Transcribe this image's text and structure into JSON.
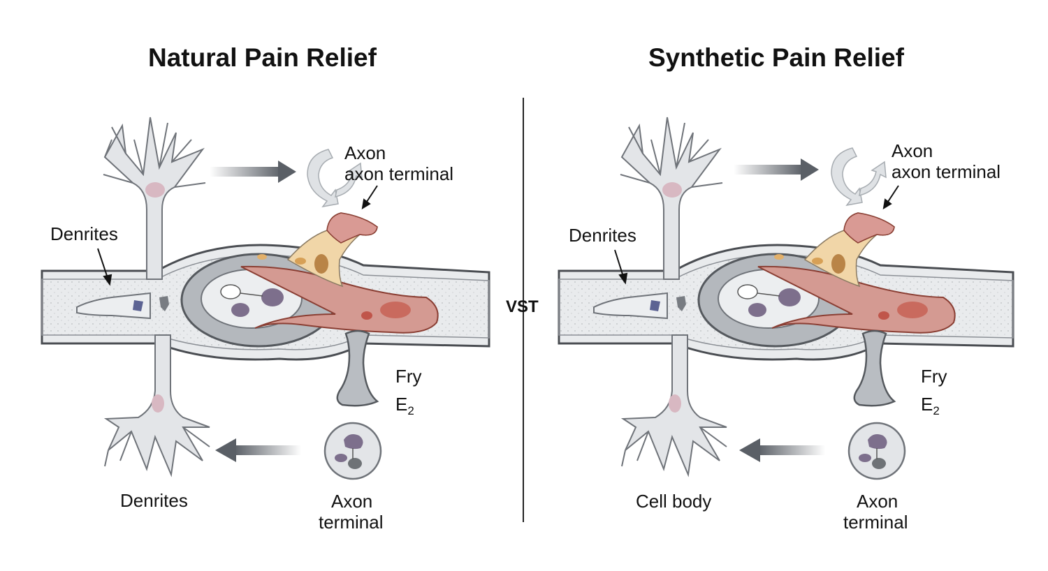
{
  "separator": "VST",
  "panels": [
    {
      "title": "Natural Pain Relief",
      "labels": {
        "axon_top_1": "Axon",
        "axon_top_2": "axon terminal",
        "denrites_left": "Denrites",
        "fry": "Fry",
        "e2_main": "E",
        "e2_sub": "2",
        "bottom_left": "Denrites",
        "axon_bottom_1": "Axon",
        "axon_bottom_2": "terminal"
      }
    },
    {
      "title": "Synthetic Pain Relief",
      "labels": {
        "axon_top_1": "Axon",
        "axon_top_2": "axon terminal",
        "denrites_left": "Denrites",
        "fry": "Fry",
        "e2_main": "E",
        "e2_sub": "2",
        "bottom_left": "Cell body",
        "axon_bottom_1": "Axon",
        "axon_bottom_2": "terminal"
      }
    }
  ],
  "colors": {
    "membrane": "#e6e8ea",
    "outline": "#4a4d52",
    "nucleus_ring": "#9ea3a8",
    "axon_red": "#c98880",
    "axon_orange": "#f2d6a8",
    "organelle": "#7d6f8c",
    "arrow": "#5a5f66"
  }
}
